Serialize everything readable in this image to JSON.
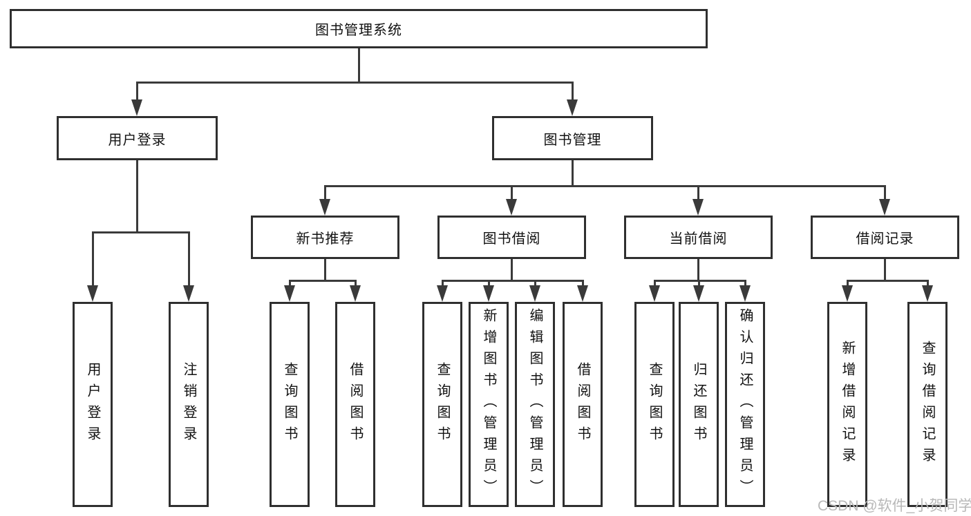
{
  "diagram_type": "hierarchy-tree",
  "colors": {
    "background": "#ffffff",
    "box_border": "#2f2f2f",
    "connector": "#3a3a3a",
    "text": "#111111",
    "watermark": "#b8b8b8"
  },
  "tree": {
    "root": {
      "label": "图书管理系统"
    },
    "branches": [
      {
        "label": "用户登录",
        "children": [
          {
            "label": "用户登录"
          },
          {
            "label": "注销登录"
          }
        ]
      },
      {
        "label": "图书管理",
        "children": [
          {
            "label": "新书推荐",
            "children": [
              {
                "label": "查询图书"
              },
              {
                "label": "借阅图书"
              }
            ]
          },
          {
            "label": "图书借阅",
            "children": [
              {
                "label": "查询图书"
              },
              {
                "label": "新增图书（管理员）"
              },
              {
                "label": "编辑图书（管理员）"
              },
              {
                "label": "借阅图书"
              }
            ]
          },
          {
            "label": "当前借阅",
            "children": [
              {
                "label": "查询图书"
              },
              {
                "label": "归还图书"
              },
              {
                "label": "确认归还（管理员）"
              }
            ]
          },
          {
            "label": "借阅记录",
            "children": [
              {
                "label": "新增借阅记录"
              },
              {
                "label": "查询借阅记录"
              }
            ]
          }
        ]
      }
    ]
  },
  "watermark": {
    "text": "CSDN @软件_小贺同学"
  }
}
